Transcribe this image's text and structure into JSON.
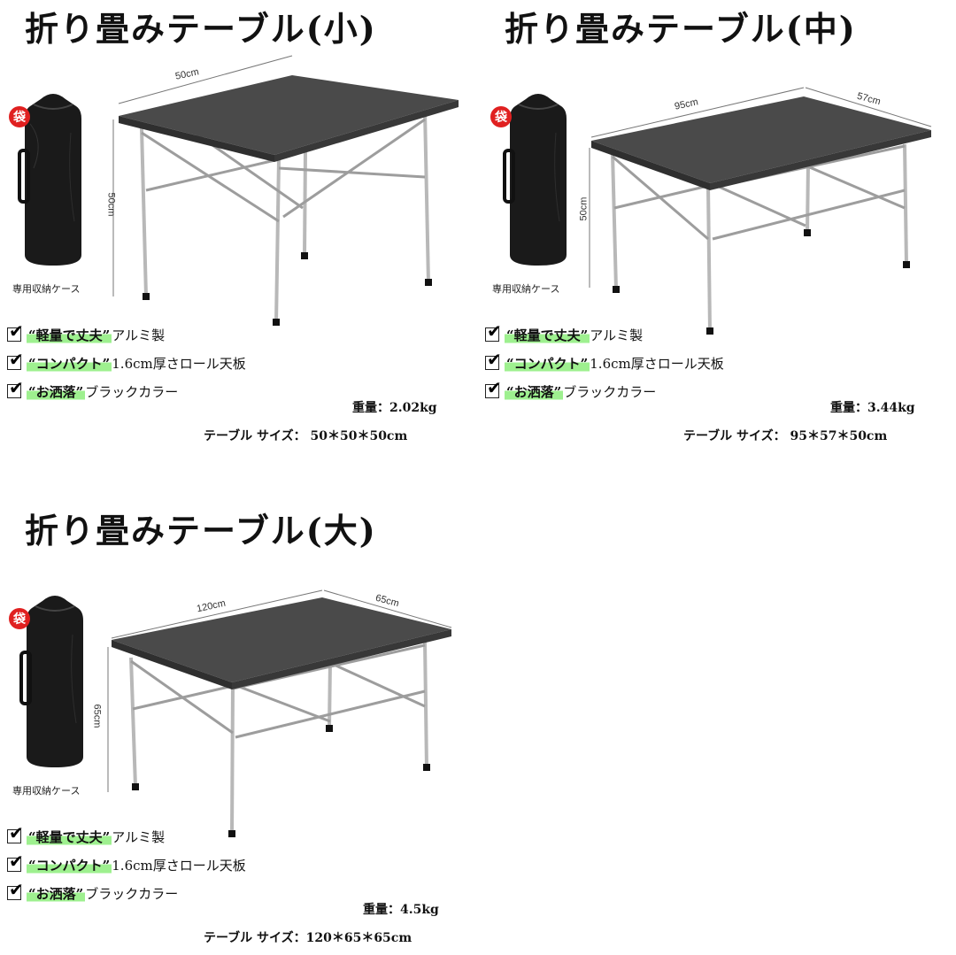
{
  "panels": [
    {
      "title": "折り畳みテーブル(小)",
      "dim_width": "50cm",
      "dim_height": "50cm",
      "case_label": "専用収納ケース",
      "bag_badge": "袋",
      "features": [
        {
          "highlight": "“軽量で丈夫”",
          "text": "アルミ製"
        },
        {
          "highlight": "“コンパクト”",
          "text": "1.6cm厚さロール天板"
        },
        {
          "highlight": "“お洒落”",
          "text": "ブラックカラー"
        }
      ],
      "weight": "重量：2.02kg",
      "size": "テーブル サイズ： 50＊50＊50cm"
    },
    {
      "title": "折り畳みテーブル(中)",
      "dim_width": "95cm",
      "dim_depth": "57cm",
      "dim_height": "50cm",
      "case_label": "専用収納ケース",
      "bag_badge": "袋",
      "features": [
        {
          "highlight": "“軽量で丈夫”",
          "text": "アルミ製"
        },
        {
          "highlight": "“コンパクト”",
          "text": "1.6cm厚さロール天板"
        },
        {
          "highlight": "“お洒落”",
          "text": "ブラックカラー"
        }
      ],
      "weight": "重量：3.44kg",
      "size": "テーブル サイズ： 95＊57＊50cm"
    },
    {
      "title": "折り畳みテーブル(大)",
      "dim_width": "120cm",
      "dim_depth": "65cm",
      "dim_height": "65cm",
      "case_label": "専用収納ケース",
      "bag_badge": "袋",
      "features": [
        {
          "highlight": "“軽量で丈夫”",
          "text": "アルミ製"
        },
        {
          "highlight": "“コンパクト”",
          "text": "1.6cm厚さロール天板"
        },
        {
          "highlight": "“お洒落”",
          "text": "ブラックカラー"
        }
      ],
      "weight": "重量：4.5kg",
      "size": "テーブル サイズ：120＊65＊65cm"
    }
  ],
  "colors": {
    "highlight": "#9ef08f",
    "badge": "#e02020",
    "tabletop": "#4a4a4a",
    "bag": "#1a1a1a",
    "legs": "#b8b8b8"
  },
  "icons": [
    "checkbox-check-icon",
    "storage-bag-icon"
  ]
}
